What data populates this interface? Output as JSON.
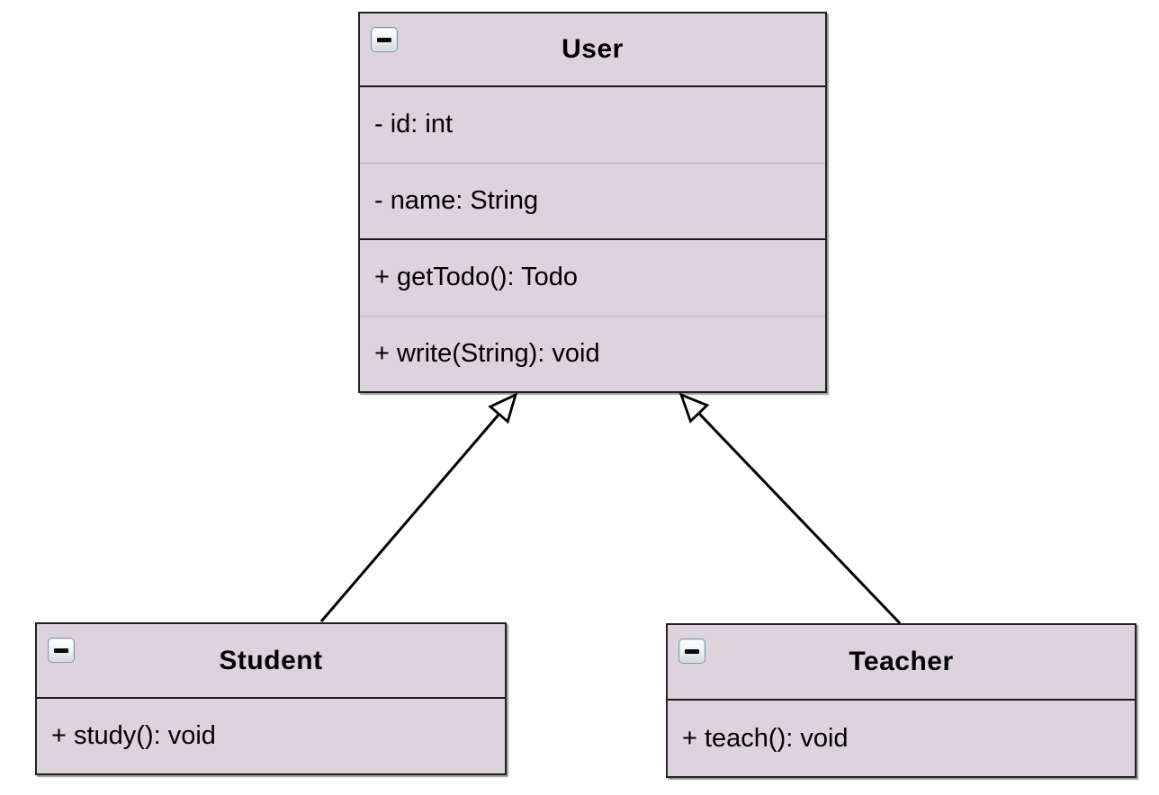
{
  "diagram": {
    "kind": "uml-class-diagram",
    "colors": {
      "class_fill": "#ded3dd",
      "class_border": "#222222",
      "row_divider": "#bab1bb",
      "section_divider": "#1a1a1a",
      "arrow_stroke": "#000000",
      "arrowhead_fill": "#ffffff",
      "canvas_background": "#ffffff"
    },
    "icons": {
      "collapse_icon": "minus"
    },
    "classes": [
      {
        "name": "User",
        "attributes": [
          "- id: int",
          "- name: String"
        ],
        "methods": [
          "+ getTodo(): Todo",
          "+ write(String): void"
        ]
      },
      {
        "name": "Student",
        "attributes": [],
        "methods": [
          "+ study(): void"
        ]
      },
      {
        "name": "Teacher",
        "attributes": [],
        "methods": [
          "+ teach(): void"
        ]
      }
    ],
    "relationships": [
      {
        "type": "generalization",
        "from": "Student",
        "to": "User"
      },
      {
        "type": "generalization",
        "from": "Teacher",
        "to": "User"
      }
    ]
  }
}
